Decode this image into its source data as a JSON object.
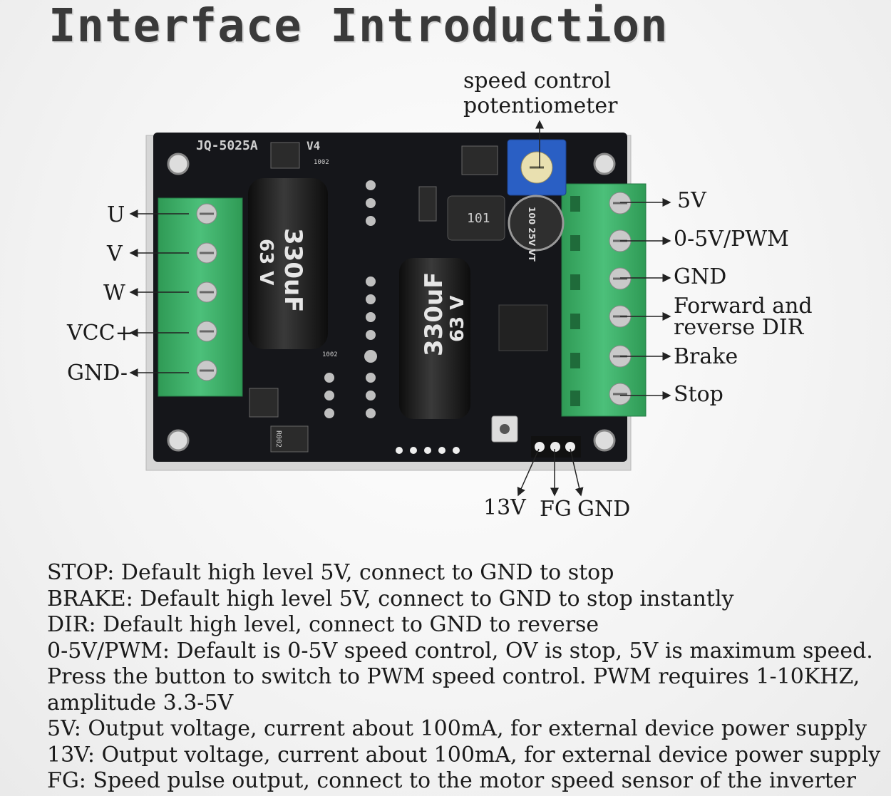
{
  "title": "Interface Introduction",
  "board": {
    "model": "JQ-5025A",
    "version": "V4",
    "cap1": "330uF",
    "cap1_v": "63 V",
    "cap2": "330uF",
    "cap2_v": "63 V",
    "inductor": "101",
    "small_cap": "100 25V VT",
    "res1": "1002",
    "res2": "1002",
    "res3": "R002"
  },
  "labels": {
    "pot": [
      "speed control",
      "potentiometer"
    ],
    "left": [
      "U",
      "V",
      "W",
      "VCC+",
      "GND-"
    ],
    "right": [
      "5V",
      "0-5V/PWM",
      "GND",
      "Forward and",
      "reverse DIR",
      "Brake",
      "Stop"
    ],
    "bottom": [
      "13V",
      "FG",
      "GND"
    ]
  },
  "description": [
    "STOP: Default high level 5V, connect to GND to stop",
    "BRAKE: Default high level 5V, connect to GND to stop instantly",
    "DIR: Default high level, connect to GND to reverse",
    "0-5V/PWM: Default is 0-5V speed control, OV is stop, 5V is maximum speed.",
    "Press the button to switch to PWM speed control. PWM requires 1-10KHZ,",
    "amplitude 3.3-5V",
    "5V: Output voltage, current about 100mA, for external device power supply",
    "13V: Output voltage, current about 100mA, for external device power supply",
    "FG: Speed pulse output, connect to the motor speed sensor of the inverter"
  ],
  "colors": {
    "pcb": "#15161a",
    "terminal": "#3fae66",
    "capacitor": "#1c1c1c",
    "pot": "#2a5fc4"
  }
}
